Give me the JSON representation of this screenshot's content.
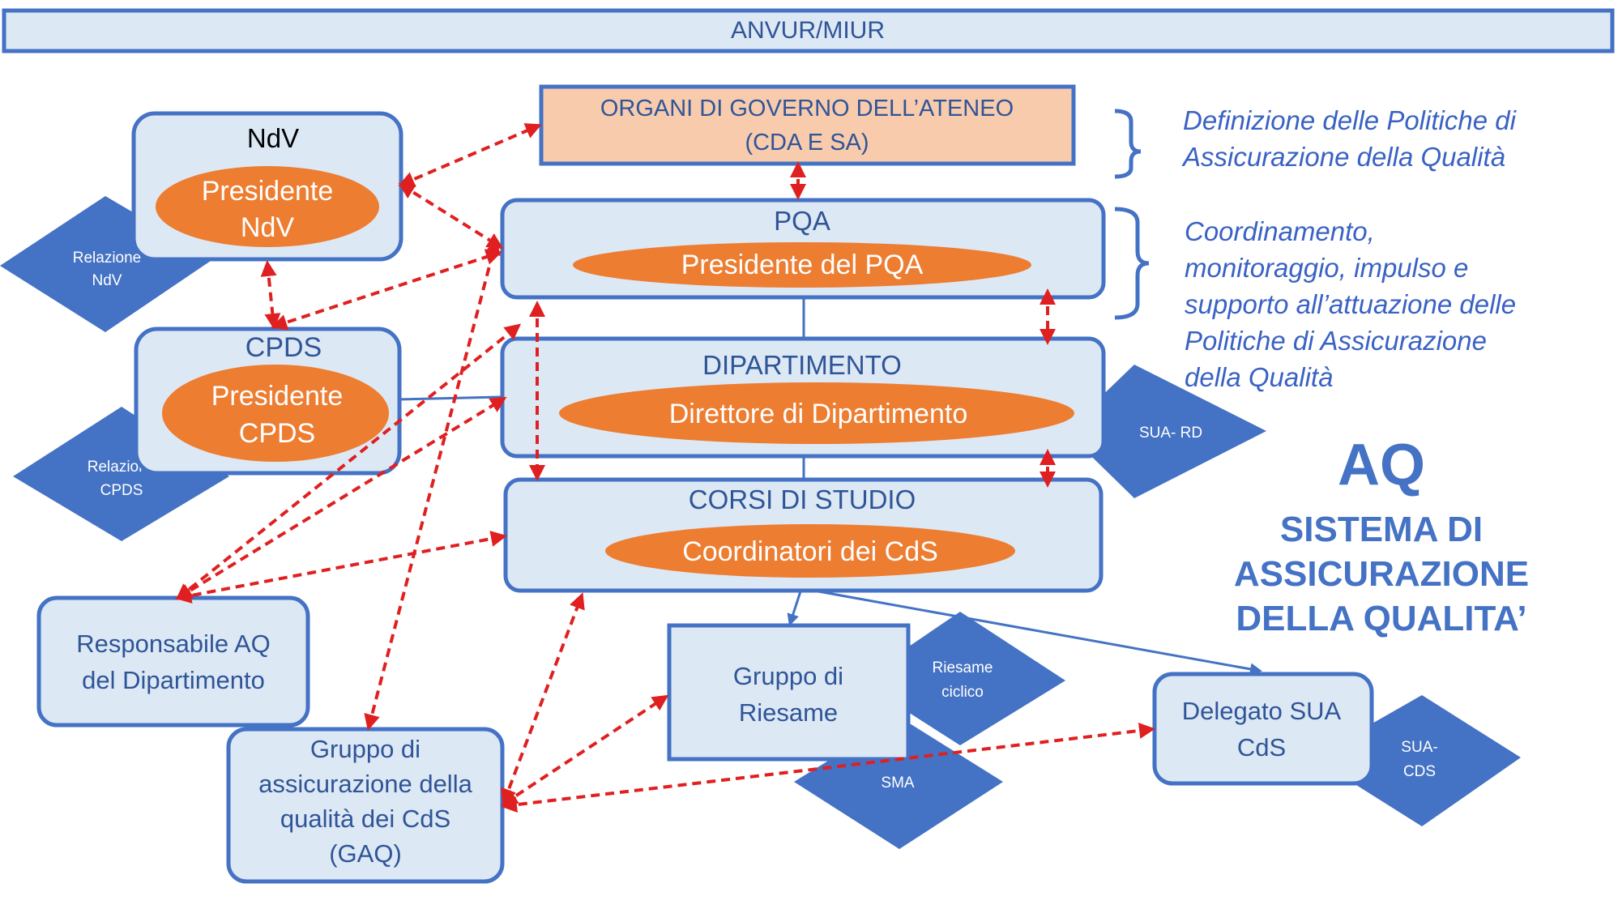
{
  "banner": {
    "label": "ANVUR/MIUR"
  },
  "boxes": {
    "organi": {
      "line1": "ORGANI DI GOVERNO DELL’ATENEO",
      "line2": "(CDA E SA)"
    },
    "ndv": {
      "title": "NdV",
      "oval_line1": "Presidente",
      "oval_line2": "NdV"
    },
    "pqa": {
      "title": "PQA",
      "oval": "Presidente del PQA"
    },
    "cpds": {
      "title": "CPDS",
      "oval_line1": "Presidente",
      "oval_line2": "CPDS"
    },
    "dipartimento": {
      "title": "DIPARTIMENTO",
      "oval": "Direttore di Dipartimento"
    },
    "corsi": {
      "title": "CORSI DI STUDIO",
      "oval": "Coordinatori dei CdS"
    },
    "responsabile": {
      "line1": "Responsabile AQ",
      "line2": "del Dipartimento"
    },
    "gaq": {
      "line1": "Gruppo di",
      "line2": "assicurazione della",
      "line3": "qualità  dei CdS",
      "line4": "(GAQ)"
    },
    "riesame": {
      "line1": "Gruppo di",
      "line2": "Riesame"
    },
    "delegato": {
      "line1": "Delegato SUA",
      "line2": "CdS"
    }
  },
  "diamonds": {
    "relazione_ndv": {
      "line1": "Relazione",
      "line2": "NdV"
    },
    "relazione_cpds": {
      "line1": "Relazione",
      "line2": "CPDS"
    },
    "sua_rd": {
      "line1": "SUA- RD"
    },
    "riesame_ciclico": {
      "line1": "Riesame",
      "line2": "ciclico"
    },
    "sma": {
      "line1": "SMA"
    },
    "sua_cds": {
      "line1": "SUA-",
      "line2": "CDS"
    }
  },
  "annotations": {
    "definizione": {
      "line1": "Definizione delle Politiche di",
      "line2": "Assicurazione della Qualità"
    },
    "coordinamento": {
      "line1": "Coordinamento,",
      "line2": "monitoraggio, impulso e",
      "line3": "supporto all’attuazione delle",
      "line4": "Politiche di Assicurazione",
      "line5": "della Qualità"
    }
  },
  "aq": {
    "title": "AQ",
    "line1": "SISTEMA DI",
    "line2": "ASSICURAZIONE",
    "line3": "DELLA QUALITA’"
  },
  "colors": {
    "box_fill": "#dde8f5",
    "box_stroke": "#4472c4",
    "oval_fill": "#ed7d31",
    "organi_fill": "#f8cbad",
    "diamond_fill": "#4472c4",
    "arrow": "#e02020",
    "text_blue": "#2f5597",
    "annotation_blue": "#3a62c4"
  }
}
